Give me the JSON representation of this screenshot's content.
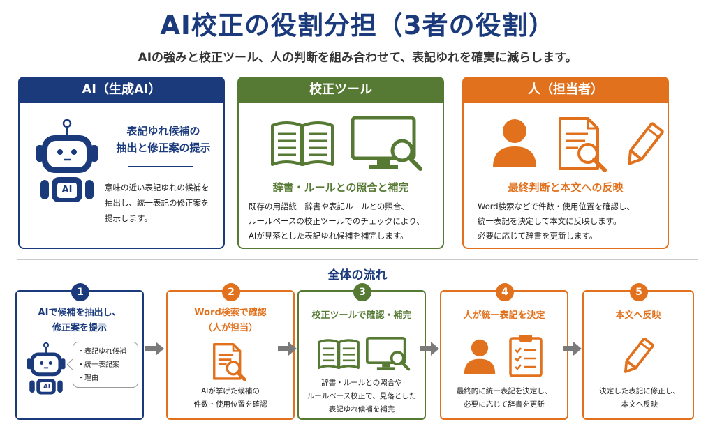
{
  "title": "AI校正の役割分担（3者の役割）",
  "subtitle": "AIの強みと校正ツール、人の判断を組み合わせて、表記ゆれを確実に減らします。",
  "roles": [
    {
      "header": "AI（生成AI）",
      "heading_line1": "表記ゆれ候補の",
      "heading_line2": "抽出と修正案の提示",
      "desc": [
        "意味の近い表記ゆれの候補を",
        "抽出し、統一表記の修正案を",
        "提示します。"
      ],
      "badge": "AI"
    },
    {
      "header": "校正ツール",
      "heading": "辞書・ルールとの照合と補完",
      "desc": [
        "既存の用語統一辞書や表記ルールとの照合、",
        "ルールベースの校正ツールでのチェックにより、",
        "AIが見落とした表記ゆれ候補を補完します。"
      ]
    },
    {
      "header": "人（担当者）",
      "heading": "最終判断と本文への反映",
      "desc": [
        "Word検索などで件数・使用位置を確認し、",
        "統一表記を決定して本文に反映します。",
        "必要に応じて辞書を更新します。"
      ]
    }
  ],
  "flow_title": "全体の流れ",
  "steps": [
    {
      "num": "1",
      "title_line1": "AIで候補を抽出し、",
      "title_line2": "修正案を提示",
      "bubble": [
        "・表記ゆれ候補",
        "・統一表記案",
        "・理由"
      ],
      "badge": "AI"
    },
    {
      "num": "2",
      "title_line1": "Word検索で確認",
      "title_line2": "（人が担当）",
      "desc": [
        "AIが挙げた候補の",
        "件数・使用位置を確認"
      ]
    },
    {
      "num": "3",
      "title_line1": "校正ツールで確認・補完",
      "desc": [
        "辞書・ルールとの照合や",
        "ルールベース校正で、見落とした",
        "表記ゆれ候補を補完"
      ]
    },
    {
      "num": "4",
      "title_line1": "人が統一表記を決定",
      "desc": [
        "最終的に統一表記を決定し、",
        "必要に応じて辞書を更新"
      ]
    },
    {
      "num": "5",
      "title_line1": "本文へ反映",
      "desc": [
        "決定した表記に修正し、",
        "本文へ反映"
      ]
    }
  ],
  "colors": {
    "navy": "#1a3a7c",
    "green": "#567a34",
    "orange": "#e2711d",
    "gray": "#7a7a7a"
  }
}
